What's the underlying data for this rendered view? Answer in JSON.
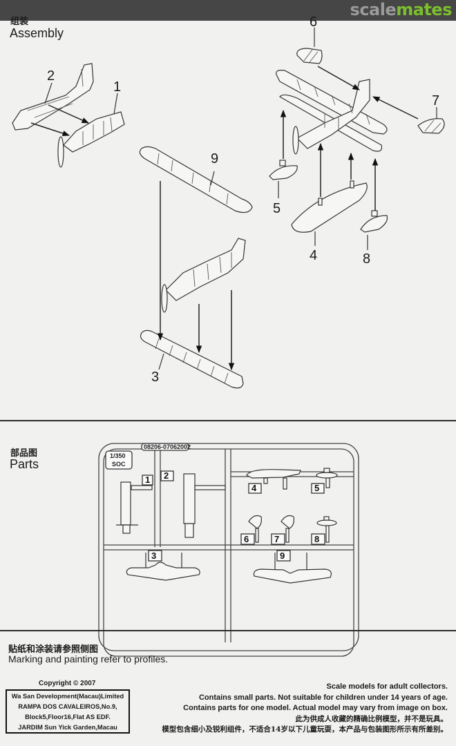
{
  "brand": {
    "part1": "scale",
    "part2": "mates",
    "colors": {
      "grey": "#9a9a9a",
      "green": "#7cbf2e",
      "bar": "#464646"
    }
  },
  "assembly": {
    "title_zh": "组装",
    "title_en": "Assembly",
    "part_labels": [
      "1",
      "2",
      "3",
      "4",
      "5",
      "6",
      "7",
      "8",
      "9"
    ]
  },
  "parts": {
    "title_zh": "部品图",
    "title_en": "Parts",
    "sprue_code": "08206-07062002",
    "scale_tag": {
      "scale": "1/350",
      "model": "SOC"
    },
    "tags": [
      "1",
      "2",
      "3",
      "4",
      "5",
      "6",
      "7",
      "8",
      "9"
    ]
  },
  "marking": {
    "title_zh": "贴纸和涂装请参照侧图",
    "title_en": "Marking and painting refer to profiles."
  },
  "footer": {
    "copyright": "Copyright © 2007",
    "address": [
      "Wa San Development(Macau)Limited",
      "RAMPA DOS CAVALEIROS,No.9,",
      "Block5,Floor16,Flat AS EDF.",
      "JARDIM Sun Yick Garden,Macau"
    ],
    "warnings": [
      "Scale models for adult collectors.",
      "Contains small parts. Not suitable for children under 14 years of age.",
      "Contains parts for one model. Actual model may vary from image on box.",
      "此为供成人收藏的精确比例模型，并不是玩具。",
      "模型包含细小及锐利组件，不适合14岁以下儿童玩耍，本产品与包装图形所示有所差别。"
    ]
  }
}
